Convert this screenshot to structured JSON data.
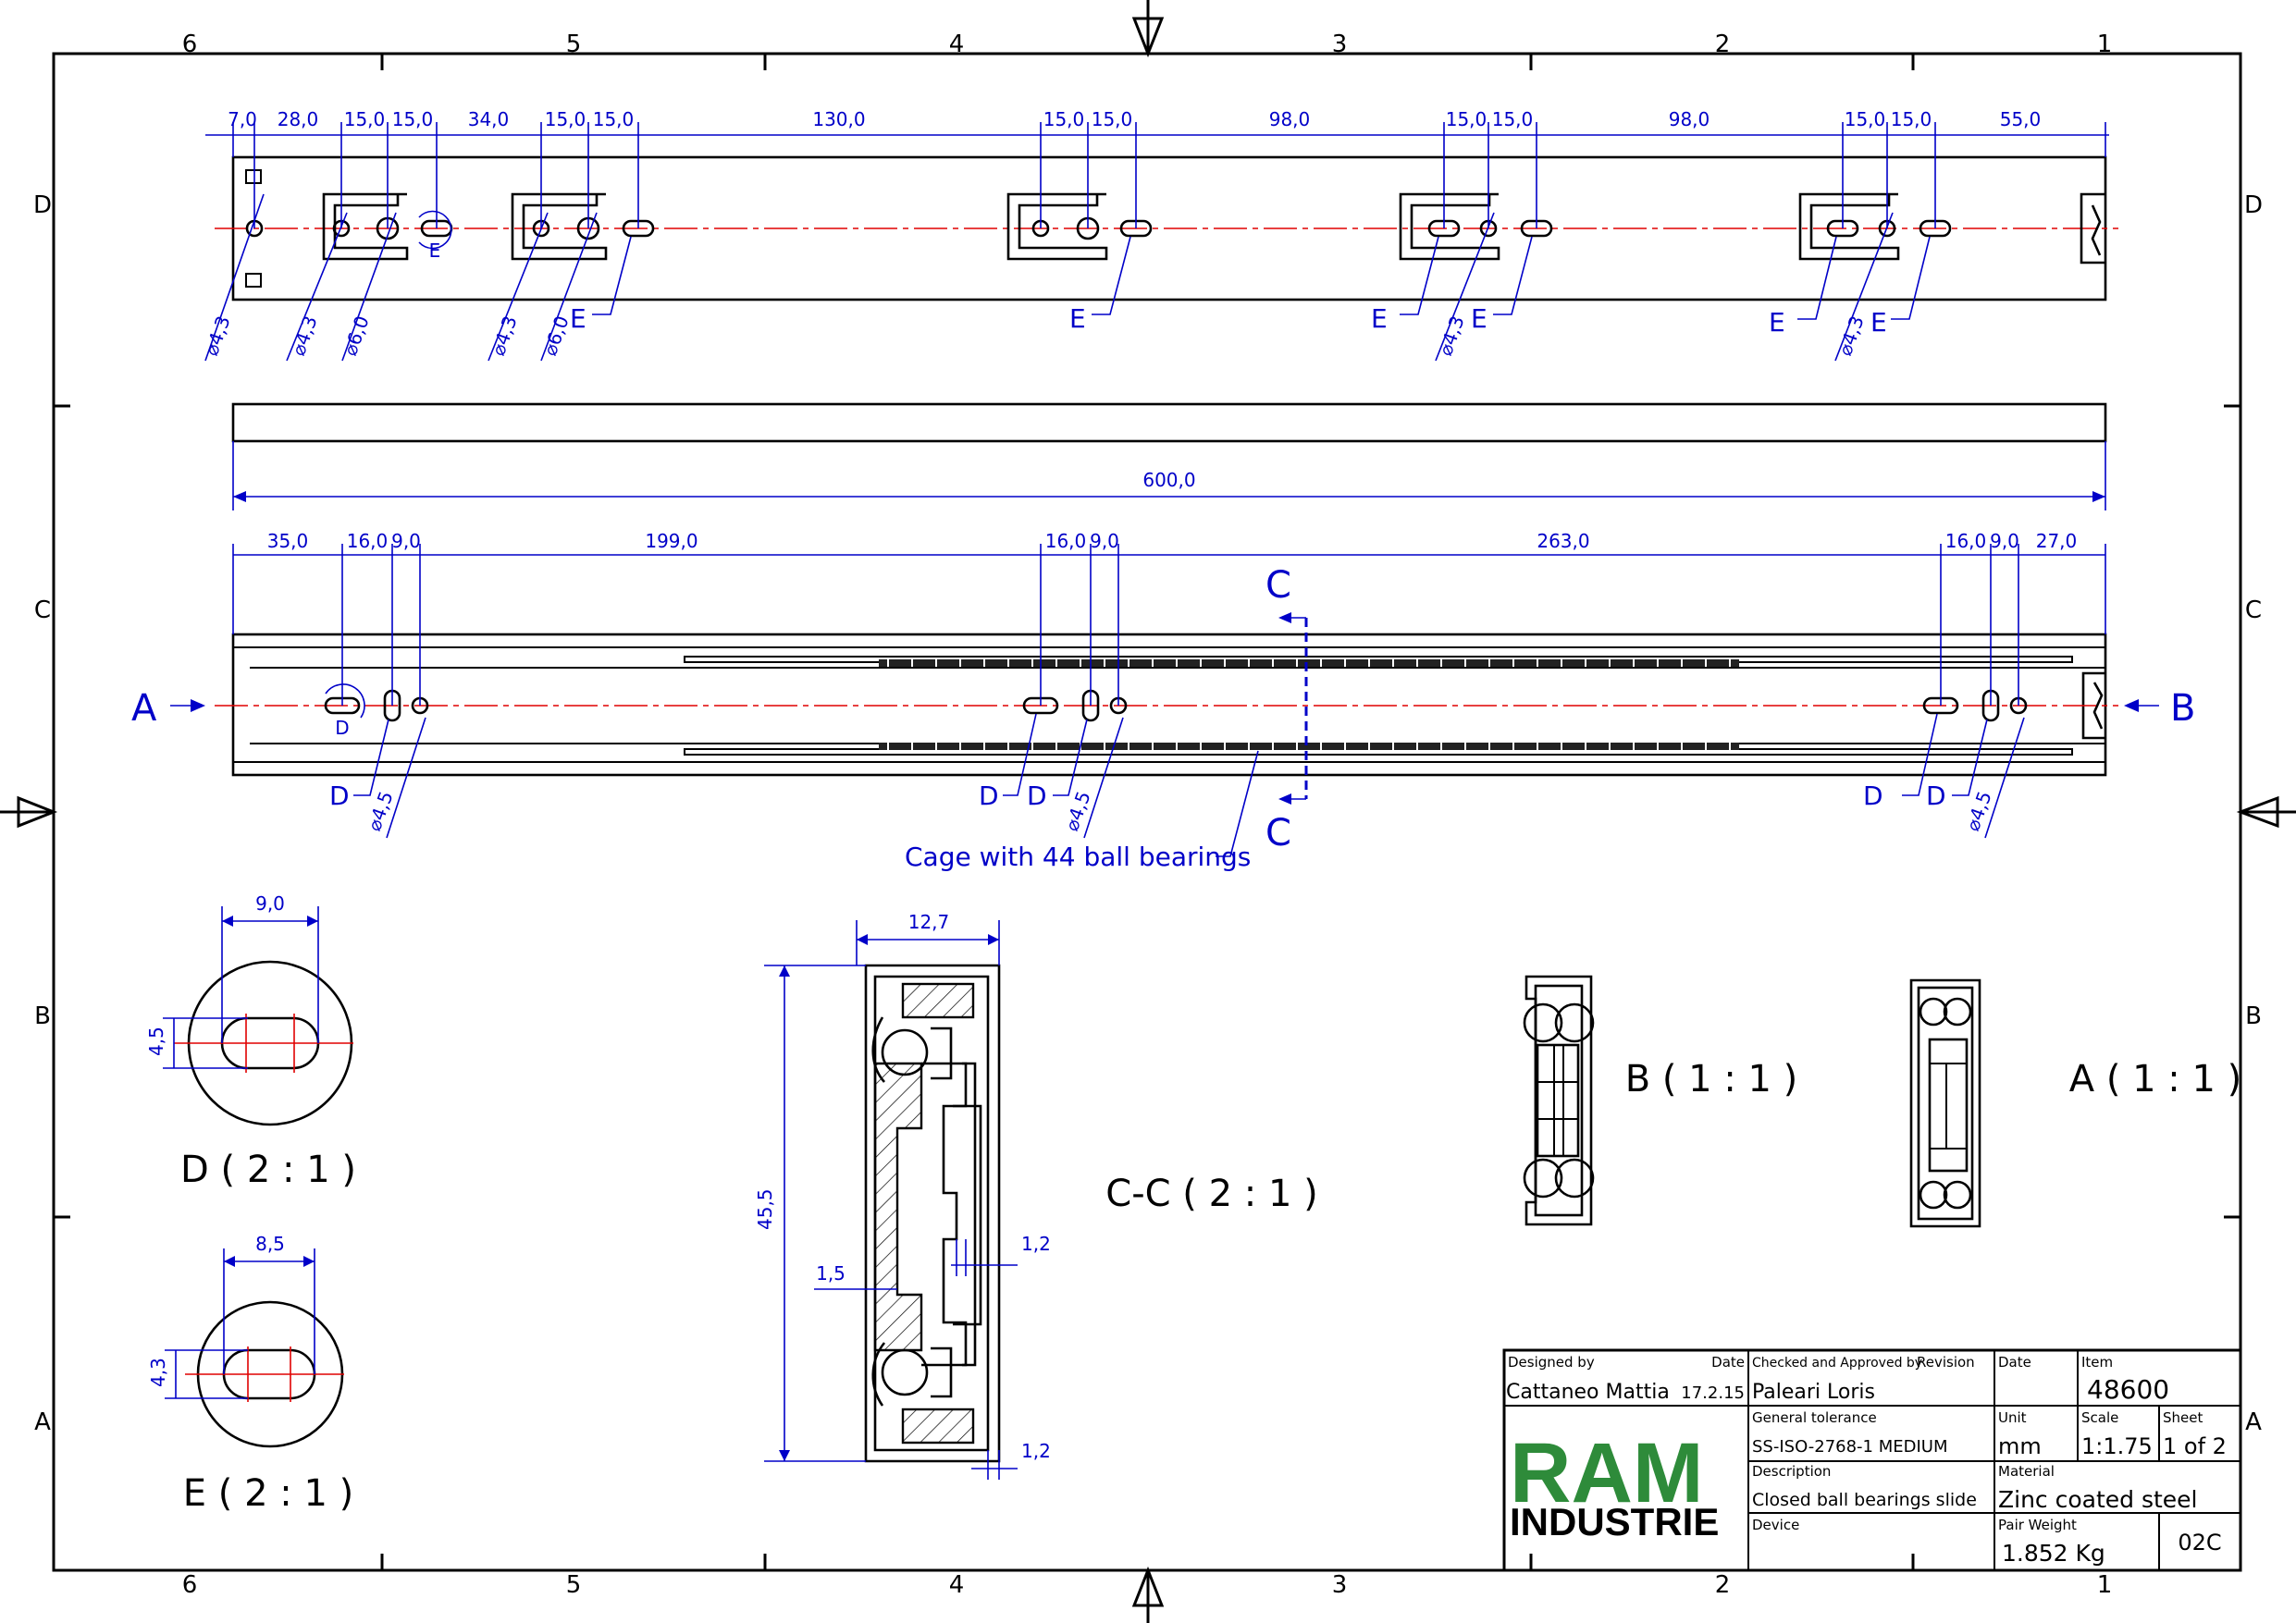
{
  "zones": {
    "columns": [
      "6",
      "5",
      "4",
      "3",
      "2",
      "1"
    ],
    "rows": [
      "D",
      "C",
      "B",
      "A"
    ]
  },
  "top_view": {
    "dims": [
      "7,0",
      "28,0",
      "15,0",
      "15,0",
      "34,0",
      "15,0",
      "15,0",
      "130,0",
      "15,0",
      "15,0",
      "98,0",
      "15,0",
      "15,0",
      "98,0",
      "15,0",
      "15,0",
      "55,0"
    ],
    "labels": {
      "d43": "⌀4,3",
      "d60": "⌀6,0",
      "e": "E"
    }
  },
  "side_view": {
    "overall": "600,0",
    "dims": [
      "35,0",
      "16,0",
      "9,0",
      "199,0",
      "16,0",
      "9,0",
      "263,0",
      "16,0",
      "9,0",
      "27,0"
    ],
    "labels": {
      "d": "D",
      "d45": "⌀4,5",
      "a": "A",
      "b": "B",
      "c": "C",
      "cage": "Cage with 44 ball bearings"
    }
  },
  "detail_d": {
    "title": "D ( 2 : 1 )",
    "width": "9,0",
    "height": "4,5"
  },
  "detail_e": {
    "title": "E ( 2 : 1 )",
    "width": "8,5",
    "height": "4,3"
  },
  "section_cc": {
    "title": "C-C ( 2 : 1 )",
    "width": "12,7",
    "height": "45,5",
    "gap_left": "1,5",
    "gap_right_top": "1,2",
    "gap_right_bottom": "1,2"
  },
  "view_b": {
    "title": "B ( 1 : 1 )"
  },
  "view_a": {
    "title": "A ( 1 : 1 )"
  },
  "title_block": {
    "designed_by_label": "Designed by",
    "date_label": "Date",
    "checked_label": "Checked and Approved by",
    "revision_label": "Revision",
    "date2_label": "Date",
    "item_label": "Item",
    "designer": "Cattaneo Mattia",
    "design_date": "17.2.15",
    "checker": "Paleari Loris",
    "item": "48600",
    "general_tolerance_label": "General tolerance",
    "general_tolerance": "SS-ISO-2768-1 MEDIUM",
    "unit_label": "Unit",
    "unit": "mm",
    "scale_label": "Scale",
    "scale": "1:1.75",
    "sheet_label": "Sheet",
    "sheet": "1 of 2",
    "description_label": "Description",
    "description": "Closed ball bearings slide",
    "material_label": "Material",
    "material": "Zinc coated steel",
    "device_label": "Device",
    "pair_weight_label": "Pair Weight",
    "pair_weight": "1.852 Kg",
    "code": "02C",
    "logo_top": "RAM",
    "logo_bottom": "INDUSTRIE",
    "logo_color": "#2e8b3a"
  }
}
